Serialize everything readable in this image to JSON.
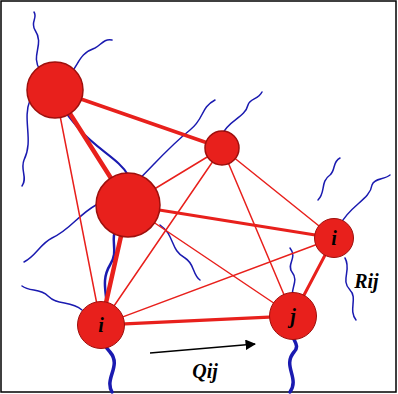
{
  "diagram": {
    "nodes": [
      {
        "text": [
          "i"
        ]
      },
      {
        "text": [
          "i"
        ]
      },
      {
        "text": [
          "j"
        ]
      }
    ],
    "edges": [
      {
        "from": 1,
        "to": 2,
        "label": "Qij",
        "arrow": "none"
      },
      {
        "from": 0,
        "to": 2,
        "label": "Rij",
        "arrow": "none"
      },
      {
        "from": 1,
        "to": 0,
        "arrow": "none"
      }
    ]
  }
}
